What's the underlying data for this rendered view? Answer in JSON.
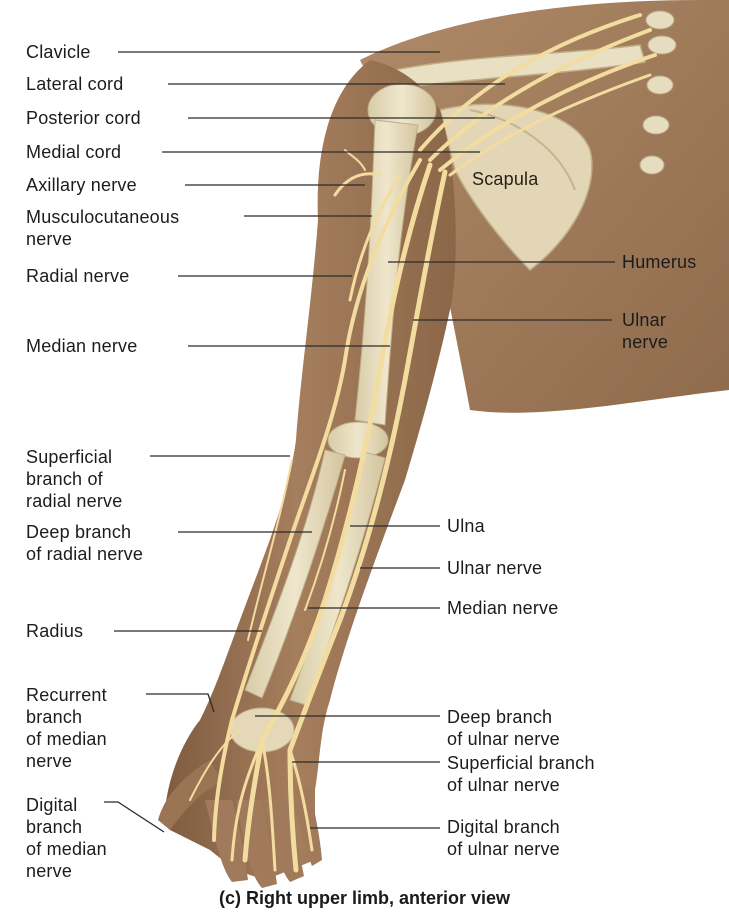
{
  "figure": {
    "caption": "(c) Right upper limb, anterior view",
    "labels": {
      "clavicle": "Clavicle",
      "lateral_cord": "Lateral cord",
      "posterior_cord": "Posterior cord",
      "medial_cord": "Medial cord",
      "axillary_nerve": "Axillary nerve",
      "musculocutaneous_nerve": "Musculocutaneous\nnerve",
      "radial_nerve": "Radial nerve",
      "median_nerve_upper": "Median nerve",
      "superficial_branch_radial": "Superficial\nbranch of\nradial nerve",
      "deep_branch_radial": "Deep branch\nof radial nerve",
      "radius": "Radius",
      "recurrent_branch_median": "Recurrent\nbranch\nof median\nnerve",
      "digital_branch_median": "Digital\nbranch\nof median\nnerve",
      "scapula": "Scapula",
      "humerus": "Humerus",
      "ulnar_nerve_upper": "Ulnar\nnerve",
      "ulna": "Ulna",
      "ulnar_nerve_lower": "Ulnar nerve",
      "median_nerve_lower": "Median nerve",
      "deep_branch_ulnar": "Deep branch\nof ulnar nerve",
      "superficial_branch_ulnar": "Superficial branch\nof ulnar nerve",
      "digital_branch_ulnar": "Digital branch\nof ulnar nerve"
    },
    "colors": {
      "skin": "#9c7656",
      "skin_dark": "#7a5a40",
      "bone": "#e9dfc2",
      "nerve": "#f3dca0",
      "nerve_outline": "#c9a865",
      "leader_line": "#2a2a2a"
    }
  }
}
